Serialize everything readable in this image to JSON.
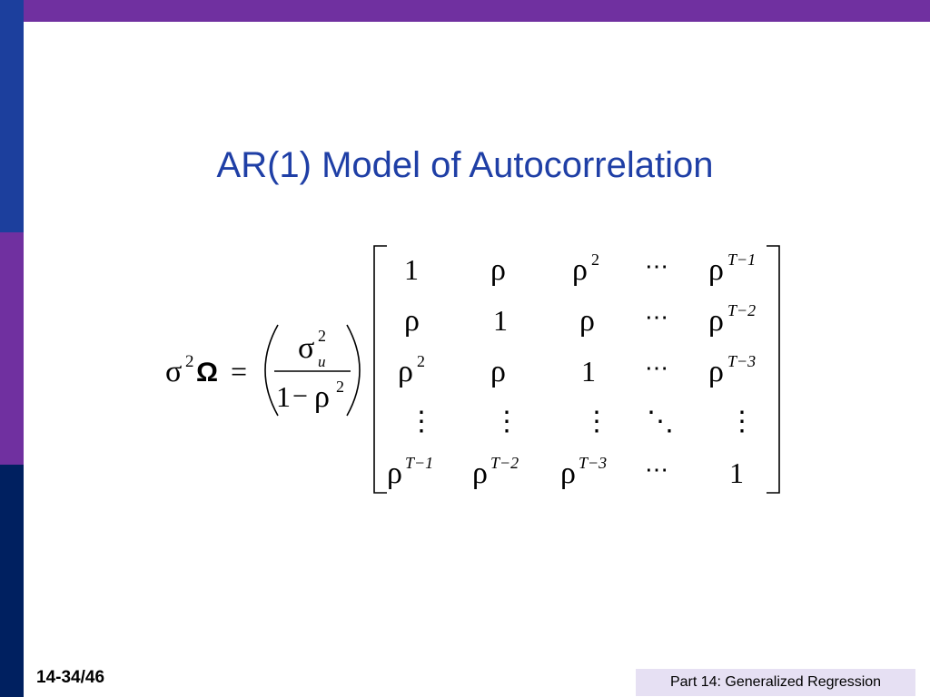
{
  "slide": {
    "title": "AR(1) Model of Autocorrelation",
    "slide_number": "14-34/46",
    "footer_text": "Part 14: Generalized Regression"
  },
  "formula": {
    "sigma": "σ",
    "omega": "Ω",
    "rho": "ρ",
    "one": "1",
    "two": "2",
    "u": "u",
    "equals": "=",
    "minus": "−",
    "cdots": "⋯",
    "vdots": "⋮",
    "ddots": "⋱",
    "t_minus_1": "T−1",
    "t_minus_2": "T−2",
    "t_minus_3": "T−3"
  },
  "colors": {
    "top_bar": "#7030a0",
    "stripe_blue": "#1c3f9d",
    "stripe_purple": "#7030a0",
    "stripe_navy": "#002060",
    "title": "#1f3fa6",
    "footer_box": "#e6e0f3"
  }
}
